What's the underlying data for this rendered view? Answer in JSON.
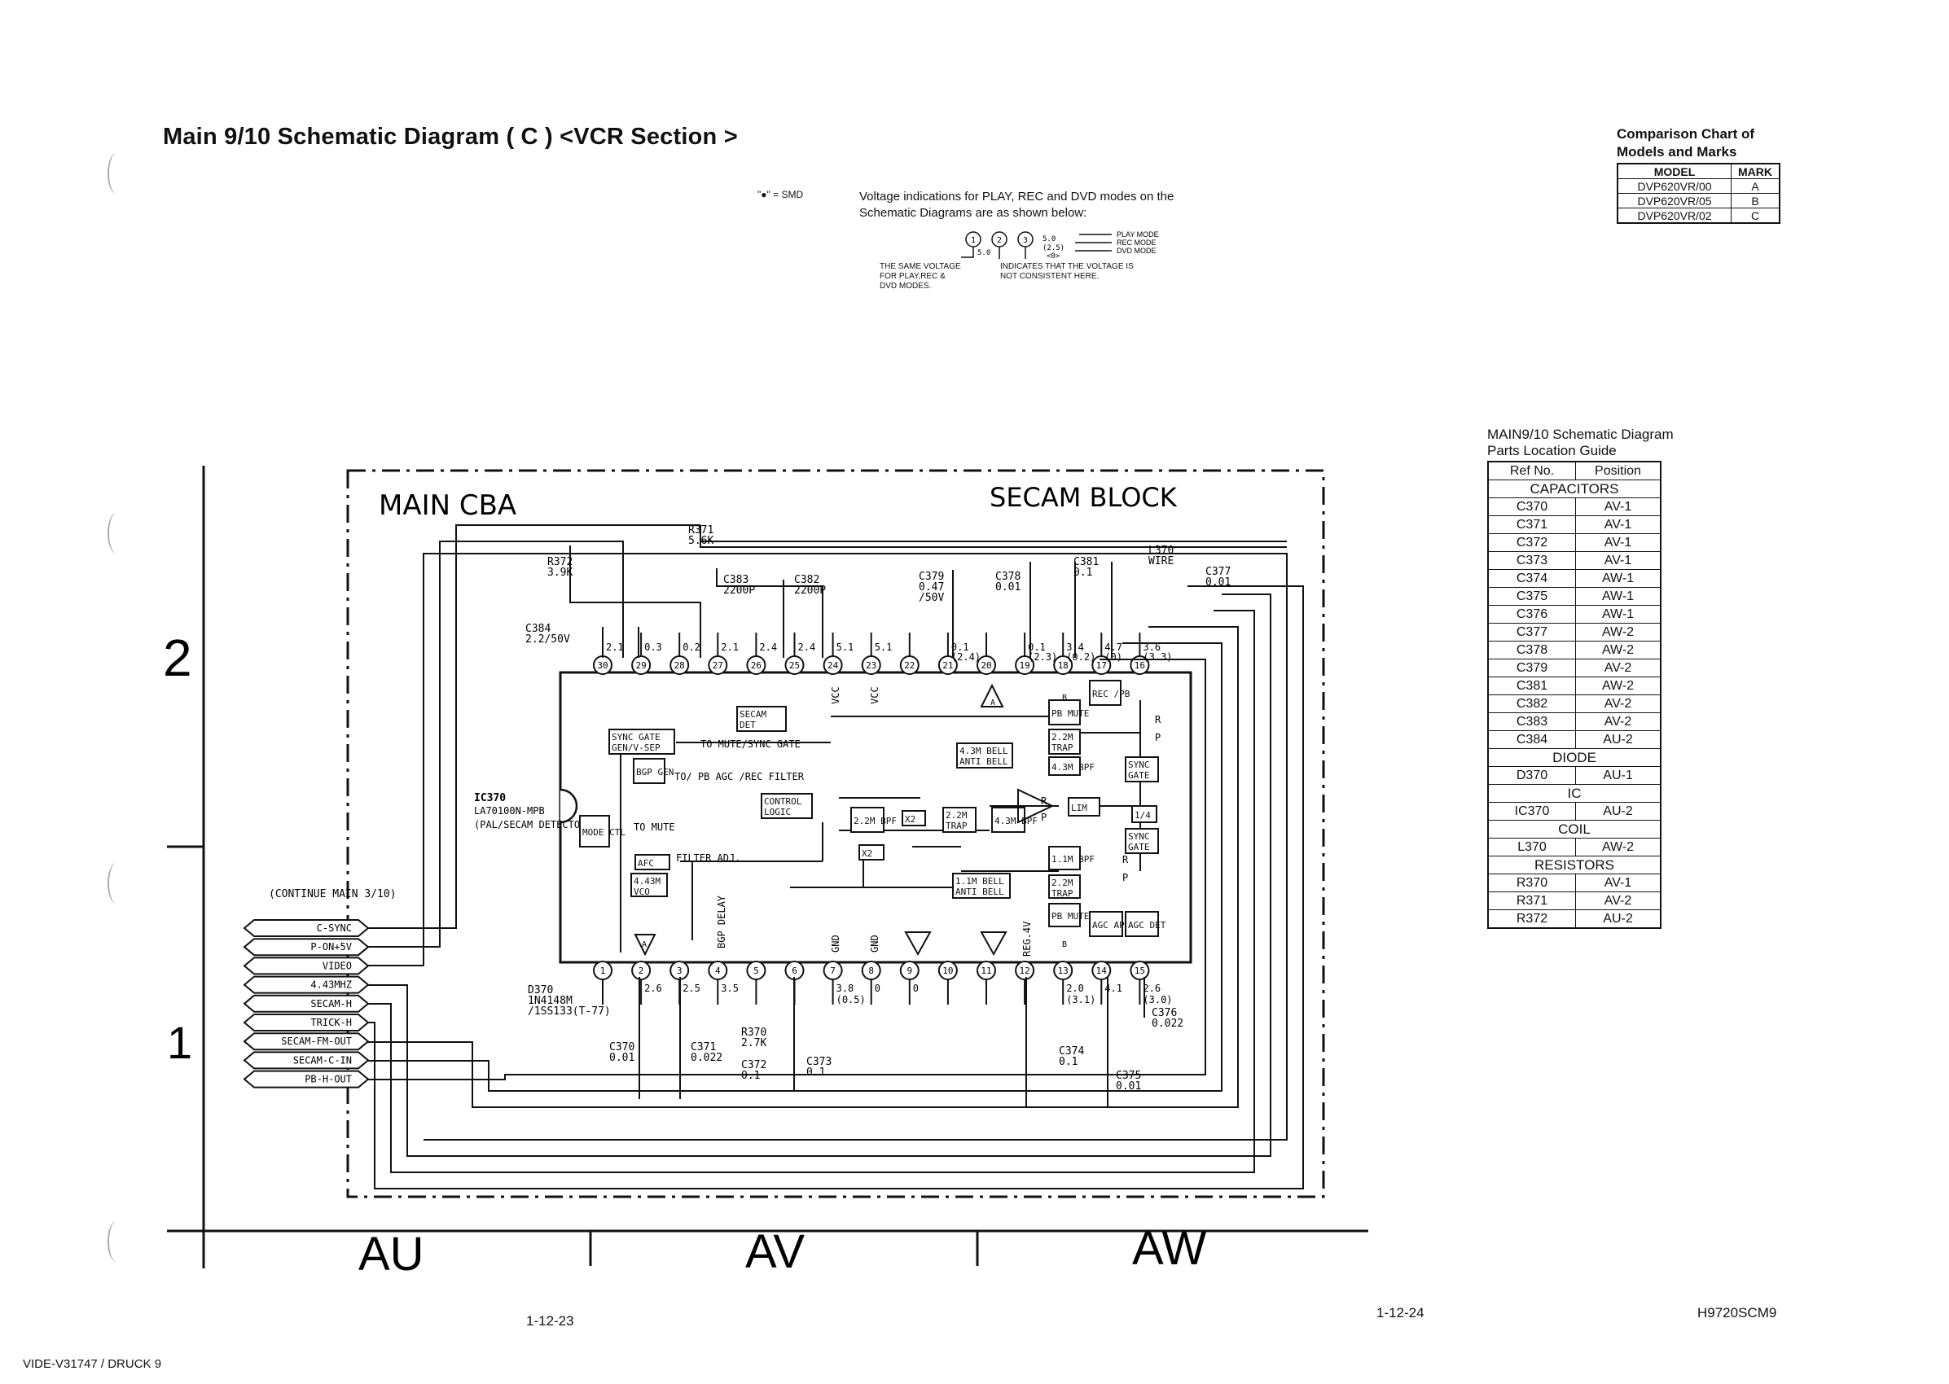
{
  "title": "Main 9/10 Schematic Diagram ( C ) <VCR Section >",
  "smd_note": "\"●\" = SMD",
  "voltage_note": {
    "text": "Voltage indications for PLAY, REC and DVD modes on the Schematic Diagrams are as shown below:",
    "play_mode": "PLAY MODE",
    "rec_mode": "REC MODE",
    "dvd_mode": "DVD MODE",
    "same_voltage": "THE SAME VOLTAGE FOR PLAY,REC & DVD MODES.",
    "not_consistent": "INDICATES THAT THE VOLTAGE IS NOT CONSISTENT HERE.",
    "example_values": [
      "5.0",
      "5.0",
      "(2.5)",
      "<0>"
    ]
  },
  "comparison_chart": {
    "title": "Comparison Chart of Models and Marks",
    "headers": [
      "MODEL",
      "MARK"
    ],
    "rows": [
      [
        "DVP620VR/00",
        "A"
      ],
      [
        "DVP620VR/05",
        "B"
      ],
      [
        "DVP620VR/02",
        "C"
      ]
    ]
  },
  "parts_guide": {
    "title": "MAIN9/10 Schematic Diagram Parts Location Guide",
    "headers": [
      "Ref No.",
      "Position"
    ],
    "sections": [
      {
        "name": "CAPACITORS",
        "rows": [
          [
            "C370",
            "AV-1"
          ],
          [
            "C371",
            "AV-1"
          ],
          [
            "C372",
            "AV-1"
          ],
          [
            "C373",
            "AV-1"
          ],
          [
            "C374",
            "AW-1"
          ],
          [
            "C375",
            "AW-1"
          ],
          [
            "C376",
            "AW-1"
          ],
          [
            "C377",
            "AW-2"
          ],
          [
            "C378",
            "AW-2"
          ],
          [
            "C379",
            "AV-2"
          ],
          [
            "C381",
            "AW-2"
          ],
          [
            "C382",
            "AV-2"
          ],
          [
            "C383",
            "AV-2"
          ],
          [
            "C384",
            "AU-2"
          ]
        ]
      },
      {
        "name": "DIODE",
        "rows": [
          [
            "D370",
            "AU-1"
          ]
        ]
      },
      {
        "name": "IC",
        "rows": [
          [
            "IC370",
            "AU-2"
          ]
        ]
      },
      {
        "name": "COIL",
        "rows": [
          [
            "L370",
            "AW-2"
          ]
        ]
      },
      {
        "name": "RESISTORS",
        "rows": [
          [
            "R370",
            "AV-1"
          ],
          [
            "R371",
            "AV-2"
          ],
          [
            "R372",
            "AU-2"
          ]
        ]
      }
    ]
  },
  "schematic": {
    "board": "MAIN CBA",
    "block": "SECAM BLOCK",
    "continue": "(CONTINUE MAIN 3/10)",
    "connector_signals": [
      "C-SYNC",
      "P-ON+5V",
      "VIDEO",
      "4.43MHZ",
      "SECAM-H",
      "TRICK-H",
      "SECAM-FM-OUT",
      "SECAM-C-IN",
      "PB-H-OUT"
    ],
    "ic_name": "IC370",
    "ic_part": "LA70100N-MPB",
    "ic_desc": "(PAL/SECAM DETECTOR)",
    "top_pins": [
      "30",
      "29",
      "28",
      "27",
      "26",
      "25",
      "24",
      "23",
      "22",
      "21",
      "20",
      "19",
      "18",
      "17",
      "16"
    ],
    "bottom_pins": [
      "1",
      "2",
      "3",
      "4",
      "5",
      "6",
      "7",
      "8",
      "9",
      "10",
      "11",
      "12",
      "13",
      "14",
      "15"
    ],
    "top_voltages": [
      "2.1",
      "0.3",
      "0.2",
      "2.1",
      "2.4",
      "2.4",
      "5.1",
      "5.1",
      "",
      "0.1",
      "",
      "0.1",
      "3.4",
      "4.7",
      "3.6"
    ],
    "top_voltages_alt": [
      "",
      "",
      "",
      "",
      "",
      "",
      "",
      "",
      "",
      "(2.4)",
      "",
      "(2.3)",
      "(0.2)",
      "(0)",
      "(3.3)"
    ],
    "bottom_voltages": [
      "",
      "2.6",
      "2.5",
      "3.5",
      "",
      "",
      "3.8",
      "0",
      "0",
      "",
      "",
      "",
      "2.0",
      "4.1",
      "2.6"
    ],
    "bottom_voltages_alt": [
      "",
      "",
      "",
      "",
      "",
      "",
      "(0.5)",
      "",
      "",
      "",
      "",
      "",
      "(3.1)",
      "",
      "(3.0)"
    ],
    "blocks": [
      "SYNC GATE GEN/V-SEP",
      "SECAM DET",
      "BGP GEN",
      "CONTROL LOGIC",
      "MODE CTL",
      "AFC",
      "4.43M VCO",
      "2.2M BPF",
      "X2",
      "2.2M TRAP",
      "4.3M BPF",
      "LIM",
      "4.3M BELL ANTI BELL",
      "PB MUTE",
      "2.2M TRAP",
      "4.3M BPF",
      "REC /PB",
      "SYNC GATE",
      "1/4",
      "SYNC GATE",
      "1.1M BPF",
      "1.1M BELL ANTI BELL",
      "2.2M TRAP",
      "PB MUTE",
      "AGC APC",
      "AGC DET",
      "X2"
    ],
    "annotations": [
      "TO MUTE/SYNC GATE",
      "TO/ PB AGC /REC FILTER",
      "TO MUTE",
      "FILTER ADJ.",
      "BGP DELAY",
      "GND",
      "GND",
      "REG.4V",
      "VCC",
      "VCC",
      "R",
      "P",
      "R",
      "P",
      "R",
      "P",
      "A",
      "B",
      "B",
      "A"
    ],
    "components": {
      "R371": [
        "R371",
        "5.6K"
      ],
      "R372": [
        "R372",
        "3.9K"
      ],
      "C383": [
        "C383",
        "2200P"
      ],
      "C382": [
        "C382",
        "2200P"
      ],
      "C379": [
        "C379",
        "0.47",
        "/50V"
      ],
      "C378": [
        "C378",
        "0.01"
      ],
      "C381": [
        "C381",
        "0.1"
      ],
      "L370": [
        "L370",
        "WIRE"
      ],
      "C377": [
        "C377",
        "0.01"
      ],
      "C384": [
        "C384",
        "2.2/50V"
      ],
      "D370": [
        "D370",
        "1N4148M",
        "/1SS133(T-77)"
      ],
      "C370": [
        "C370",
        "0.01"
      ],
      "C371": [
        "C371",
        "0.022"
      ],
      "R370": [
        "R370",
        "2.7K"
      ],
      "C372": [
        "C372",
        "0.1"
      ],
      "C373": [
        "C373",
        "0.1"
      ],
      "C374": [
        "C374",
        "0.1"
      ],
      "C375": [
        "C375",
        "0.01"
      ],
      "C376": [
        "C376",
        "0.022"
      ]
    }
  },
  "grid": {
    "rows": [
      "2",
      "1"
    ],
    "cols": [
      "AU",
      "AV",
      "AW"
    ]
  },
  "footer": {
    "page_left": "1-12-23",
    "page_right": "1-12-24",
    "code": "H9720SCM9",
    "doc_id": "VIDE-V31747 / DRUCK 9"
  }
}
